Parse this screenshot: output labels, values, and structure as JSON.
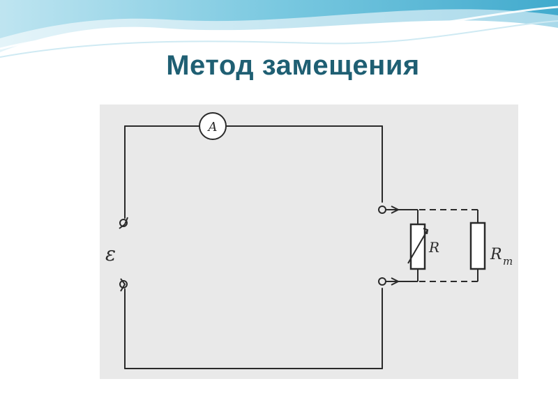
{
  "slide": {
    "title": "Метод замещения"
  },
  "diagram": {
    "ammeter_symbol": "A",
    "source_label": "ε",
    "resistor_label": "R",
    "unknown_resistor_label": "R",
    "unknown_resistor_subscript": "m"
  },
  "colors": {
    "title": "#1f5f73",
    "panel": "#e9e9e9",
    "wire": "#2a2a2a",
    "header_wave": "#5fb8d6"
  }
}
